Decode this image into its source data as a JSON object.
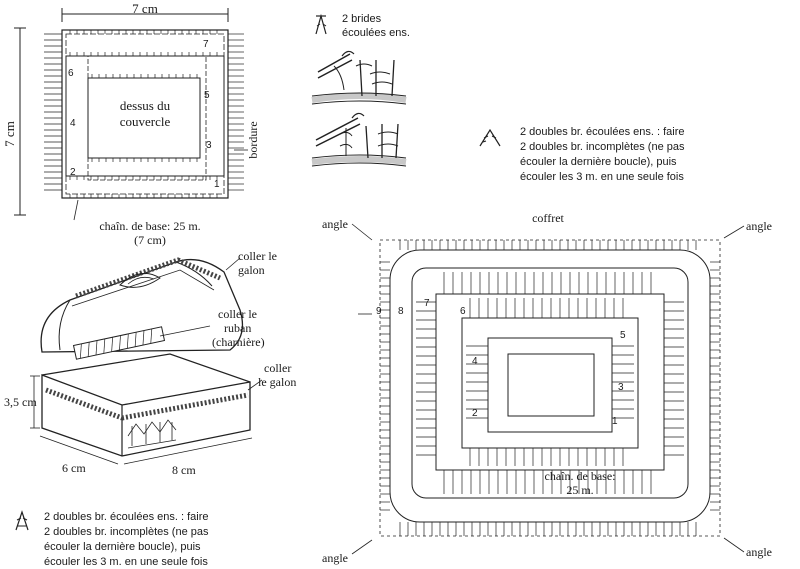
{
  "lid": {
    "width_label": "7 cm",
    "height_label": "7 cm",
    "center_line1": "dessus du",
    "center_line2": "couvercle",
    "side_label": "bordure",
    "base_line1": "chaîn. de base: 25 m.",
    "base_line2": "(7 cm)",
    "row_numbers": [
      "1",
      "2",
      "3",
      "4",
      "5",
      "6",
      "7"
    ]
  },
  "legend_top": {
    "line1": "2 brides",
    "line2": "écoulées ens."
  },
  "legend_right": {
    "line1": "2 doubles br. écoulées ens. : faire",
    "line2": "2 doubles br. incomplètes (ne pas",
    "line3": "écouler la dernière boucle), puis",
    "line4": "écouler les 3 m. en une seule fois"
  },
  "box": {
    "glue_braid_top_1": "coller le",
    "glue_braid_top_2": "galon",
    "glue_ribbon_1": "coller le",
    "glue_ribbon_2": "ruban",
    "glue_ribbon_3": "(charnière)",
    "glue_braid_side_1": "coller",
    "glue_braid_side_2": "le galon",
    "height_label": "3,5 cm",
    "depth_label": "6 cm",
    "length_label": "8 cm"
  },
  "legend_bottom": {
    "line1": "2 doubles br. écoulées ens. : faire",
    "line2": "2 doubles br. incomplètes (ne pas",
    "line3": "écouler la dernière boucle), puis",
    "line4": "écouler les 3 m. en une seule fois"
  },
  "chest": {
    "title": "coffret",
    "corner_tl": "angle",
    "corner_tr": "angle",
    "corner_bl": "angle",
    "corner_br": "angle",
    "base_line1": "chaîn. de base:",
    "base_line2": "25 m.",
    "row_numbers": [
      "1",
      "2",
      "3",
      "4",
      "5",
      "6",
      "7",
      "8",
      "9"
    ]
  }
}
